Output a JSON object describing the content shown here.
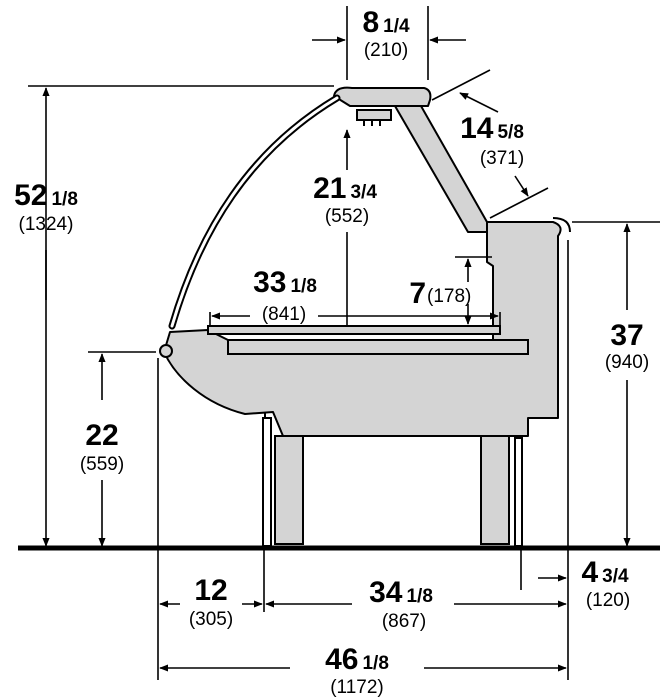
{
  "colors": {
    "case_fill": "#d4d4d4",
    "line": "#000000",
    "background": "#ffffff"
  },
  "dimensions": {
    "canopy_depth": {
      "whole": "8",
      "fraction": "1/4",
      "metric": "(210)"
    },
    "canopy_slope": {
      "whole": "14",
      "fraction": "5/8",
      "metric": "(371)"
    },
    "total_height": {
      "whole": "52",
      "fraction": "1/8",
      "metric": "(1324)"
    },
    "interior_height": {
      "whole": "21",
      "fraction": "3/4",
      "metric": "(552)"
    },
    "deck_depth": {
      "whole": "33",
      "fraction": "1/8",
      "metric": "(841)"
    },
    "rear_ledge": {
      "whole": "7",
      "fraction": "",
      "metric": "(178)"
    },
    "rear_height": {
      "whole": "37",
      "fraction": "",
      "metric": "(940)"
    },
    "front_height": {
      "whole": "22",
      "fraction": "",
      "metric": "(559)"
    },
    "front_overhang": {
      "whole": "12",
      "fraction": "",
      "metric": "(305)"
    },
    "leg_span": {
      "whole": "34",
      "fraction": "1/8",
      "metric": "(867)"
    },
    "rear_offset": {
      "whole": "4",
      "fraction": "3/4",
      "metric": "(120)"
    },
    "total_depth": {
      "whole": "46",
      "fraction": "1/8",
      "metric": "(1172)"
    }
  }
}
